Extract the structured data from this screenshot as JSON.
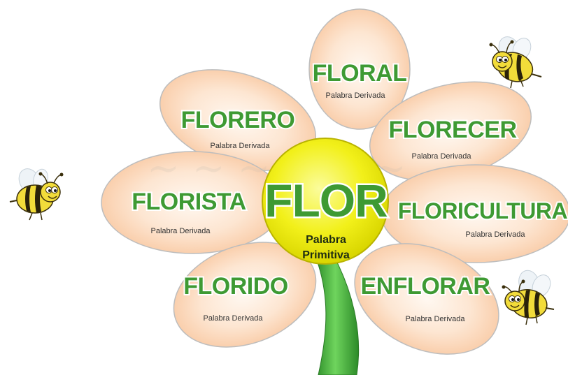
{
  "center": {
    "word": "FLOR",
    "subtitle_line1": "Palabra",
    "subtitle_line2": "Primitiva"
  },
  "petals": [
    {
      "word": "FLORAL",
      "subtitle": "Palabra Derivada"
    },
    {
      "word": "FLORERO",
      "subtitle": "Palabra Derivada"
    },
    {
      "word": "FLORECER",
      "subtitle": "Palabra Derivada"
    },
    {
      "word": "FLORISTA",
      "subtitle": "Palabra Derivada"
    },
    {
      "word": "FLORICULTURA",
      "subtitle": "Palabra Derivada"
    },
    {
      "word": "FLORIDO",
      "subtitle": "Palabra Derivada"
    },
    {
      "word": "ENFLORAR",
      "subtitle": "Palabra Derivada"
    }
  ],
  "colors": {
    "petal_fill": "#fcd9bd",
    "petal_stroke": "#bcbcbc",
    "word_green": "#3e9a33",
    "center_yellow": "#f4f20a",
    "stem_green": "#3cab3a",
    "bee_yellow": "#f2dc3a"
  },
  "decorations": [
    "bee-icon",
    "bee-icon",
    "bee-icon"
  ]
}
